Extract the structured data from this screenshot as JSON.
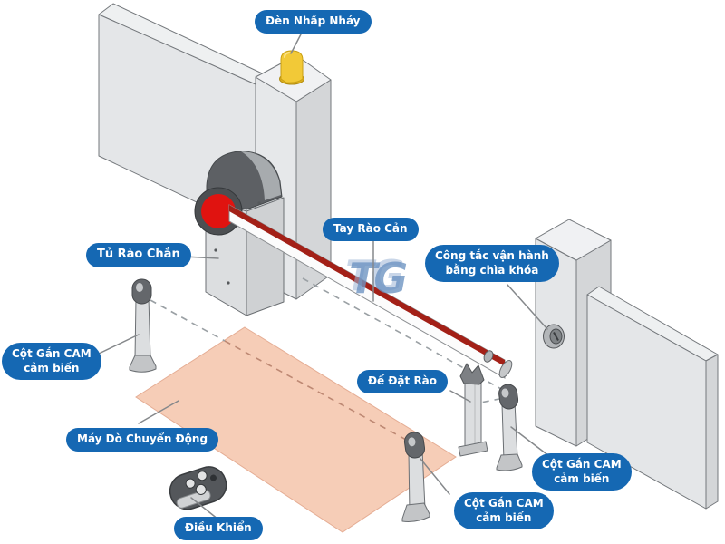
{
  "watermark": "TG",
  "labels": {
    "flashing_light": "Đèn Nhấp Nháy",
    "barrier_cabinet": "Tủ Rào Chắn",
    "barrier_arm": "Tay Rào Cản",
    "key_switch_line1": "Công tắc vận hành",
    "key_switch_line2": "bằng chìa khóa",
    "cam_sensor_post_line1": "Cột Gắn CAM",
    "cam_sensor_post_line2": "cảm biến",
    "motion_detector": "Máy Dò Chuyển Động",
    "remote_control": "Điều Khiển",
    "arm_rest_base": "Đế Đặt Rào"
  },
  "colors": {
    "label_bg": "#1568b3",
    "label_fg": "#ffffff",
    "detection_zone": "#f6cdb7",
    "detection_zone_edge": "#e5ad94",
    "arm_stripe_red": "#a32017",
    "pivot_disc_red": "#e01310",
    "flashing_light_yellow": "#f2c937",
    "structure_gray": "#e4e6e8",
    "watermark_blue": "#6f95c3"
  }
}
